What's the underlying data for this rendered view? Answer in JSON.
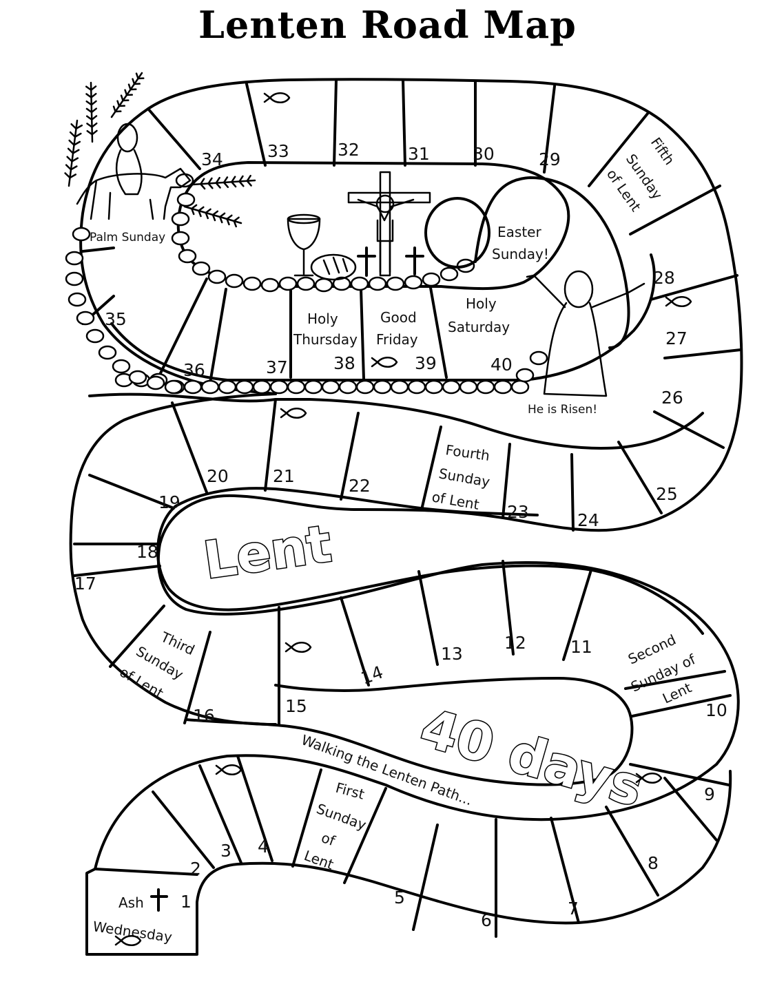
{
  "title": "Lenten Road Map",
  "center_words": {
    "lent": "Lent",
    "forty_days": "40 days",
    "path_caption": "Walking the Lenten Path..."
  },
  "special_labels": {
    "ash_1": "Ash",
    "ash_2": "Wednesday",
    "first_1": "First",
    "first_2": "Sunday",
    "first_3": "of",
    "first_4": "Lent",
    "second_1": "Second",
    "second_2": "Sunday of",
    "second_3": "Lent",
    "third_1": "Third",
    "third_2": "Sunday",
    "third_3": "of Lent",
    "fourth_1": "Fourth",
    "fourth_2": "Sunday",
    "fourth_3": "of Lent",
    "fifth_1": "Fifth",
    "fifth_2": "Sunday",
    "fifth_3": "of Lent",
    "palm": "Palm Sunday",
    "holy_thu_1": "Holy",
    "holy_thu_2": "Thursday",
    "good_fri_1": "Good",
    "good_fri_2": "Friday",
    "holy_sat_1": "Holy",
    "holy_sat_2": "Saturday",
    "easter_1": "Easter",
    "easter_2": "Sunday!",
    "risen": "He is Risen!"
  },
  "day_numbers": [
    "1",
    "2",
    "3",
    "4",
    "5",
    "6",
    "7",
    "8",
    "9",
    "10",
    "11",
    "12",
    "13",
    "14",
    "15",
    "16",
    "17",
    "18",
    "19",
    "20",
    "21",
    "22",
    "23",
    "24",
    "25",
    "26",
    "27",
    "28",
    "29",
    "30",
    "31",
    "32",
    "33",
    "34",
    "35",
    "36",
    "37",
    "38",
    "39",
    "40"
  ],
  "icons": [
    "fish-icon",
    "cross-icon",
    "palm-branch-icon",
    "donkey-icon",
    "chalice-icon",
    "bread-icon",
    "crucifix-icon",
    "tomb-stone-icon",
    "risen-jesus-icon"
  ]
}
